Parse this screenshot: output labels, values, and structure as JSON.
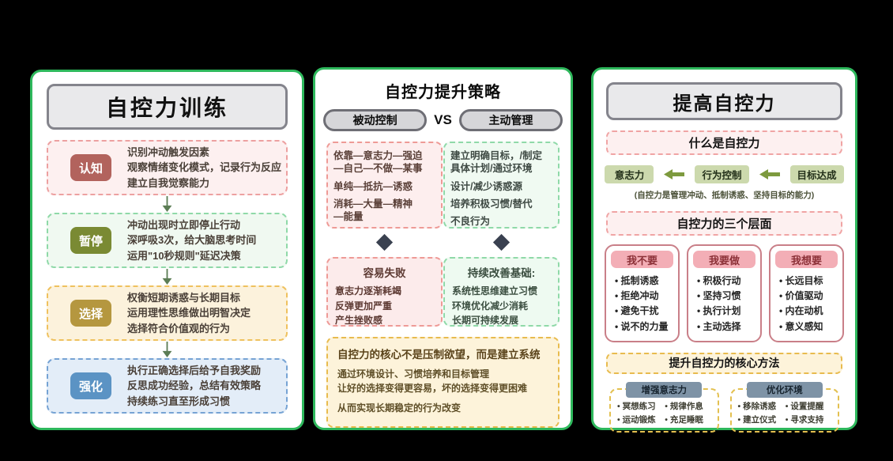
{
  "colors": {
    "card_border": "#2eb85c",
    "step_cognition": "#b2635d",
    "step_pause": "#7a8a33",
    "step_choice": "#b5973f",
    "step_reinforce": "#5b93c4",
    "passive_accent": "#ee9a96",
    "active_accent": "#8fd9a8",
    "conclusion_accent": "#e8bb4e",
    "diamond": "#3a4150",
    "chain_box": "#ccd9ad",
    "chain_arrow": "#7d9a3e",
    "layer_accent": "#c97f88",
    "layer_header_bg": "#f3aeb6",
    "method_header_bg": "#7e93a6"
  },
  "panel1": {
    "title": "自控力训练",
    "steps": [
      {
        "label": "认知",
        "lines": [
          "识别冲动触发因素",
          "观察情绪变化模式，记录行为反应",
          "建立自我觉察能力"
        ]
      },
      {
        "label": "暂停",
        "lines": [
          "冲动出现时立即停止行动",
          "深呼吸3次，给大脑思考时间",
          "运用\"10秒规则\"延迟决策"
        ]
      },
      {
        "label": "选择",
        "lines": [
          "权衡短期诱惑与长期目标",
          "运用理性思维做出明智决定",
          "选择符合价值观的行为"
        ]
      },
      {
        "label": "强化",
        "lines": [
          "执行正确选择后给予自我奖励",
          "反思成功经验，总结有效策略",
          "持续练习直至形成习惯"
        ]
      }
    ]
  },
  "panel2": {
    "title": "自控力提升策略",
    "vs_label": "VS",
    "passive": {
      "pill": "被动控制",
      "paragraphs": [
        [
          "依靠—意志力—强迫",
          "—自己—不做—某事"
        ],
        [
          "单纯—抵抗—诱惑"
        ],
        [
          "消耗—大量—精神",
          "—能量"
        ]
      ],
      "result_title": "容易失败",
      "result_items": [
        "意志力逐渐耗竭",
        "反弹更加严重",
        "产生挫败感"
      ]
    },
    "active": {
      "pill": "主动管理",
      "paragraphs": [
        [
          "建立明确目标，/制定",
          "具体计划/通过环境"
        ],
        [
          "设计/减少诱惑源"
        ],
        [
          "培养积极习惯/替代"
        ],
        [
          "不良行为"
        ]
      ],
      "result_title": "持续改善基础:",
      "result_items": [
        "系统性思维建立习惯",
        "环境优化减少消耗",
        "长期可持续发展"
      ]
    },
    "conclusion": {
      "title": "自控力的核心不是压制欲望，而是建立系统",
      "paragraphs": [
        [
          "通过环境设计、习惯培养和目标管理",
          "让好的选择变得更容易，坏的选择变得更困难"
        ],
        [
          "从而实现长期稳定的行为改变"
        ]
      ]
    }
  },
  "panel3": {
    "title": "提高自控力",
    "section_what": "什么是自控力",
    "chain": [
      "意志力",
      "行为控制",
      "目标达成"
    ],
    "chain_caption": "(自控力是管理冲动、抵制诱惑、坚持目标的能力)",
    "section_layers": "自控力的三个层面",
    "layers": [
      {
        "header": "我不要",
        "items": [
          "抵制诱惑",
          "拒绝冲动",
          "避免干扰",
          "说不的力量"
        ]
      },
      {
        "header": "我要做",
        "items": [
          "积极行动",
          "坚持习惯",
          "执行计划",
          "主动选择"
        ]
      },
      {
        "header": "我想要",
        "items": [
          "长远目标",
          "价值驱动",
          "内在动机",
          "意义感知"
        ]
      }
    ],
    "section_methods": "提升自控力的核心方法",
    "methods": [
      {
        "header": "增强意志力",
        "items": [
          "冥想练习",
          "规律作息",
          "运动锻炼",
          "充足睡眠"
        ]
      },
      {
        "header": "优化环境",
        "items": [
          "移除诱惑",
          "设置提醒",
          "建立仪式",
          "寻求支持"
        ]
      }
    ]
  }
}
